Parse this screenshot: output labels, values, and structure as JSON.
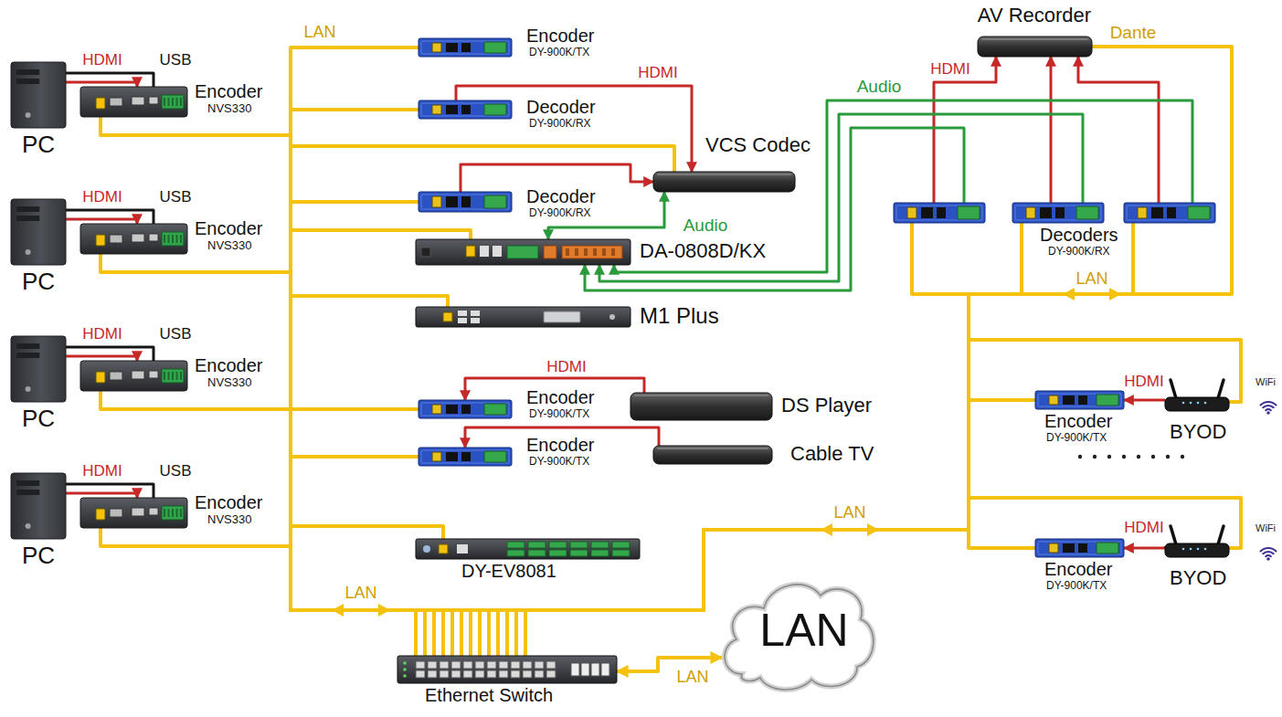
{
  "diagram": {
    "nodes": [
      {
        "text": [
          "PC"
        ]
      },
      {
        "text": [
          "Encoder",
          "NVS330"
        ]
      },
      {
        "text": [
          "PC"
        ]
      },
      {
        "text": [
          "Encoder",
          "NVS330"
        ]
      },
      {
        "text": [
          "PC"
        ]
      },
      {
        "text": [
          "Encoder",
          "NVS330"
        ]
      },
      {
        "text": [
          "PC"
        ]
      },
      {
        "text": [
          "Encoder",
          "NVS330"
        ]
      },
      {
        "text": [
          "Encoder",
          "DY-900K/TX"
        ]
      },
      {
        "text": [
          "Decoder",
          "DY-900K/RX"
        ]
      },
      {
        "text": [
          "VCS Codec"
        ]
      },
      {
        "text": [
          "Decoder",
          "DY-900K/RX"
        ]
      },
      {
        "text": [
          "DA-0808D/KX"
        ]
      },
      {
        "text": [
          "M1 Plus"
        ]
      },
      {
        "text": [
          "Encoder",
          "DY-900K/TX"
        ]
      },
      {
        "text": [
          "DS Player"
        ]
      },
      {
        "text": [
          "Encoder",
          "DY-900K/TX"
        ]
      },
      {
        "text": [
          "Cable TV"
        ]
      },
      {
        "text": [
          "DY-EV8081"
        ]
      },
      {
        "text": [
          "Ethernet Switch"
        ]
      },
      {
        "text": [
          "LAN"
        ]
      },
      {
        "text": [
          "AV Recorder"
        ]
      },
      {
        "text": [
          "Decoders",
          "DY-900K/RX"
        ]
      },
      {
        "text": [
          "Encoder",
          "DY-900K/TX"
        ]
      },
      {
        "text": [
          "BYOD"
        ]
      },
      {
        "text": [
          "Encoder",
          "DY-900K/TX"
        ]
      },
      {
        "text": [
          "BYOD"
        ]
      }
    ],
    "edges": [
      {
        "from": 0,
        "to": 1,
        "arrow": "to",
        "label": "HDMI"
      },
      {
        "from": 0,
        "to": 1,
        "arrow": "none",
        "label": "USB"
      },
      {
        "from": 2,
        "to": 3,
        "arrow": "to",
        "label": "HDMI"
      },
      {
        "from": 2,
        "to": 3,
        "arrow": "none",
        "label": "USB"
      },
      {
        "from": 4,
        "to": 5,
        "arrow": "to",
        "label": "HDMI"
      },
      {
        "from": 4,
        "to": 5,
        "arrow": "none",
        "label": "USB"
      },
      {
        "from": 6,
        "to": 7,
        "arrow": "to",
        "label": "HDMI"
      },
      {
        "from": 6,
        "to": 7,
        "arrow": "none",
        "label": "USB"
      },
      {
        "from": 1,
        "to": 19,
        "arrow": "none"
      },
      {
        "from": 3,
        "to": 19,
        "arrow": "none"
      },
      {
        "from": 5,
        "to": 19,
        "arrow": "none"
      },
      {
        "from": 7,
        "to": 19,
        "arrow": "none"
      },
      {
        "from": 8,
        "to": 19,
        "arrow": "none"
      },
      {
        "from": 9,
        "to": 19,
        "arrow": "none"
      },
      {
        "from": 10,
        "to": 19,
        "arrow": "none"
      },
      {
        "from": 11,
        "to": 19,
        "arrow": "none"
      },
      {
        "from": 12,
        "to": 19,
        "arrow": "none"
      },
      {
        "from": 13,
        "to": 19,
        "arrow": "none"
      },
      {
        "from": 14,
        "to": 19,
        "arrow": "none"
      },
      {
        "from": 16,
        "to": 19,
        "arrow": "none"
      },
      {
        "from": 18,
        "to": 19,
        "arrow": "none"
      },
      {
        "from": 9,
        "to": 10,
        "arrow": "to",
        "label": "HDMI"
      },
      {
        "from": 11,
        "to": 10,
        "arrow": "to"
      },
      {
        "from": 10,
        "to": 12,
        "arrow": "both",
        "label": "Audio"
      },
      {
        "from": 15,
        "to": 14,
        "arrow": "to",
        "label": "HDMI"
      },
      {
        "from": 17,
        "to": 16,
        "arrow": "to"
      },
      {
        "from": 19,
        "to": 20,
        "arrow": "both",
        "label": "LAN"
      },
      {
        "from": 22,
        "to": 21,
        "arrow": "to",
        "label": "HDMI"
      },
      {
        "from": 22,
        "to": 21,
        "arrow": "to"
      },
      {
        "from": 22,
        "to": 21,
        "arrow": "to"
      },
      {
        "from": 22,
        "to": 12,
        "arrow": "to"
      },
      {
        "from": 22,
        "to": 12,
        "arrow": "to"
      },
      {
        "from": 22,
        "to": 12,
        "arrow": "to",
        "label": "Audio"
      },
      {
        "from": 21,
        "to": 19,
        "arrow": "none",
        "label": "Dante"
      },
      {
        "from": 22,
        "to": 19,
        "arrow": "none"
      },
      {
        "from": 22,
        "to": 19,
        "arrow": "none"
      },
      {
        "from": 22,
        "to": 19,
        "arrow": "none"
      },
      {
        "from": 24,
        "to": 23,
        "arrow": "to",
        "label": "HDMI"
      },
      {
        "from": 26,
        "to": 25,
        "arrow": "to",
        "label": "HDMI"
      },
      {
        "from": 23,
        "to": 19,
        "arrow": "none"
      },
      {
        "from": 24,
        "to": 19,
        "arrow": "none"
      },
      {
        "from": 25,
        "to": 19,
        "arrow": "none"
      },
      {
        "from": 26,
        "to": 19,
        "arrow": "none"
      }
    ],
    "labels": [
      "LAN",
      "LAN",
      "LAN",
      "LAN",
      "WiFi",
      "WiFi"
    ]
  }
}
